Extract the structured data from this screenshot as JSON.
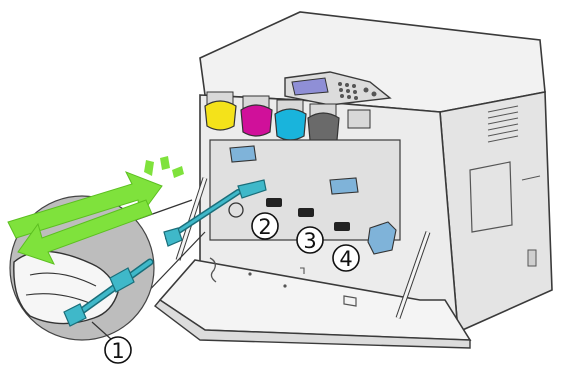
{
  "figure": {
    "callouts": [
      {
        "id": "1",
        "label": "1"
      },
      {
        "id": "2",
        "label": "2"
      },
      {
        "id": "3",
        "label": "3"
      },
      {
        "id": "4",
        "label": "4"
      }
    ],
    "colors": {
      "printer_body": "#e9e9e9",
      "printer_outline": "#3a3a3a",
      "toner_yellow": "#f4e21a",
      "toner_magenta": "#d0109a",
      "toner_cyan": "#19b4dc",
      "toner_black": "#6a6a6a",
      "handle_blue": "#7fb3d9",
      "motion_arrow": "#7fe23c",
      "hand_circle": "#bdbdbd"
    },
    "icons": [
      "double-arrow-icon",
      "cleaning-rod-icon",
      "toner-cartridge-icon",
      "control-panel-icon"
    ]
  }
}
